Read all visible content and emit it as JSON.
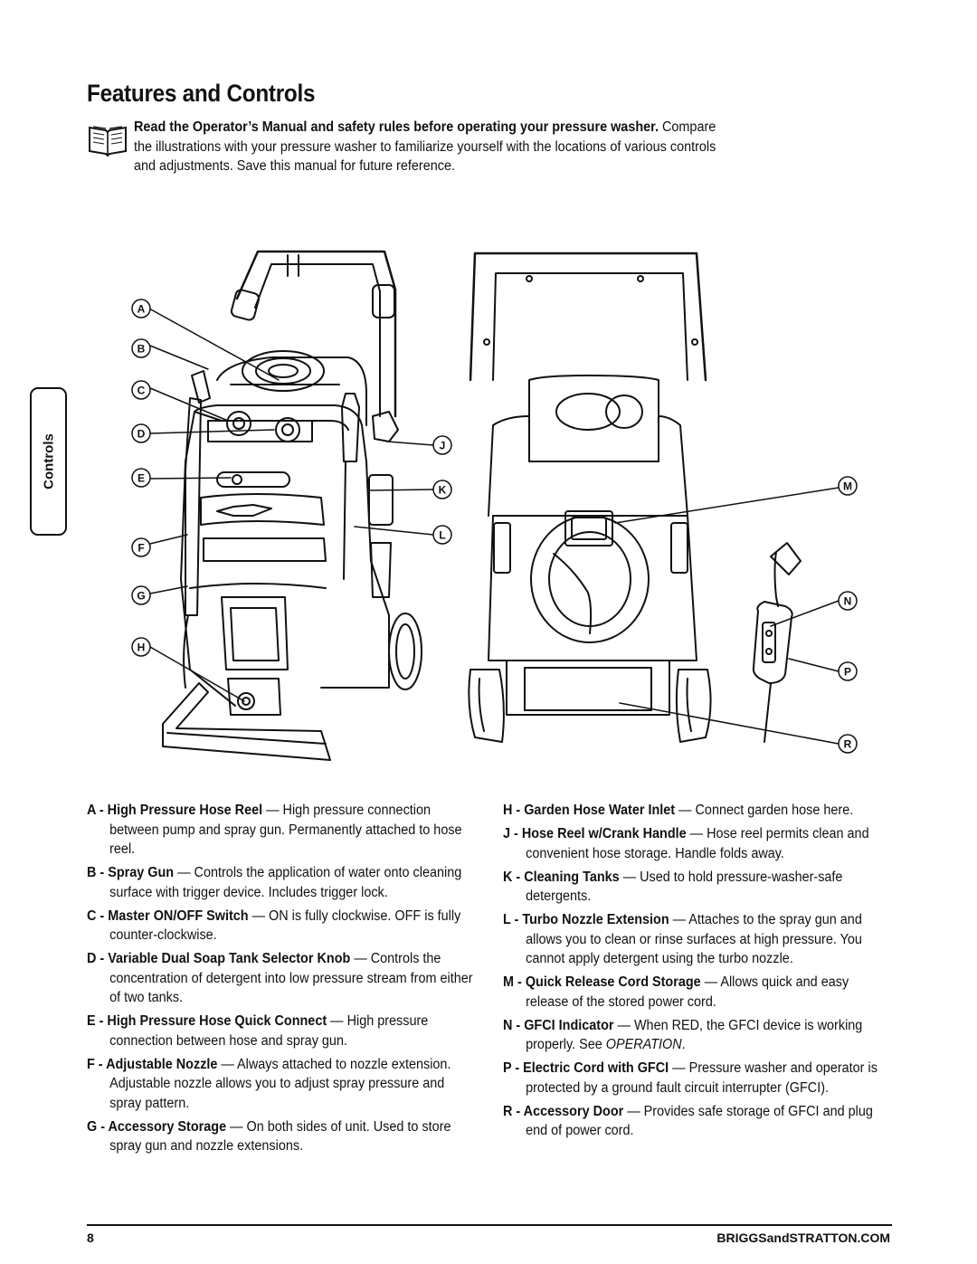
{
  "page": {
    "title": "Features and Controls",
    "side_tab": "Controls",
    "page_number": "8",
    "website": "BRIGGSandSTRATTON.COM"
  },
  "intro": {
    "bold": "Read the Operator’s Manual and safety rules before operating your pressure washer.",
    "text": "Compare the illustrations with your pressure washer to familiarize yourself with the locations of various controls and adjustments. Save this manual for future reference."
  },
  "callouts": [
    "A",
    "B",
    "C",
    "D",
    "E",
    "F",
    "G",
    "H",
    "J",
    "K",
    "L",
    "M",
    "N",
    "P",
    "R"
  ],
  "features_left": [
    {
      "term": "A - High Pressure Hose Reel",
      "desc": " — High pressure connection between pump and spray gun. Permanently attached to hose reel."
    },
    {
      "term": "B - Spray Gun",
      "desc": " — Controls the application of water onto cleaning surface with trigger device. Includes trigger lock."
    },
    {
      "term": "C - Master ON/OFF Switch",
      "desc": " — ON is fully clockwise. OFF is fully counter-clockwise."
    },
    {
      "term": "D - Variable Dual Soap Tank Selector Knob",
      "desc": " — Controls the concentration of detergent into low pressure stream from either of two tanks."
    },
    {
      "term": "E - High Pressure Hose Quick Connect",
      "desc": " — High pressure connection between hose and spray gun."
    },
    {
      "term": "F - Adjustable Nozzle",
      "desc": " — Always attached to nozzle extension. Adjustable nozzle allows you to adjust spray pressure and spray pattern."
    },
    {
      "term": "G - Accessory Storage",
      "desc": "  — On both sides of unit. Used to store spray gun and nozzle extensions."
    }
  ],
  "features_right": [
    {
      "term": "H - Garden Hose Water Inlet",
      "desc": " — Connect garden hose here."
    },
    {
      "term": "J - Hose Reel w/Crank Handle",
      "desc": " — Hose reel permits clean and convenient hose storage. Handle folds away."
    },
    {
      "term": "K - Cleaning Tanks",
      "desc": " — Used to hold pressure-washer-safe detergents."
    },
    {
      "term": "L - Turbo Nozzle Extension",
      "desc": " — Attaches to the spray gun and allows you to clean or rinse surfaces at high pressure. You cannot apply detergent using the turbo nozzle."
    },
    {
      "term": "M - Quick Release Cord Storage",
      "desc": " — Allows quick and easy release of the stored power cord."
    },
    {
      "term": "N - GFCI Indicator",
      "desc": " — When RED, the GFCI device is working properly. See ",
      "em": "OPERATION",
      "after": "."
    },
    {
      "term": "P - Electric Cord with GFCI",
      "desc": " — Pressure washer and operator is protected by a ground fault circuit interrupter (GFCI)."
    },
    {
      "term": "R - Accessory Door",
      "desc": " — Provides safe storage of GFCI and plug end of power cord."
    }
  ]
}
